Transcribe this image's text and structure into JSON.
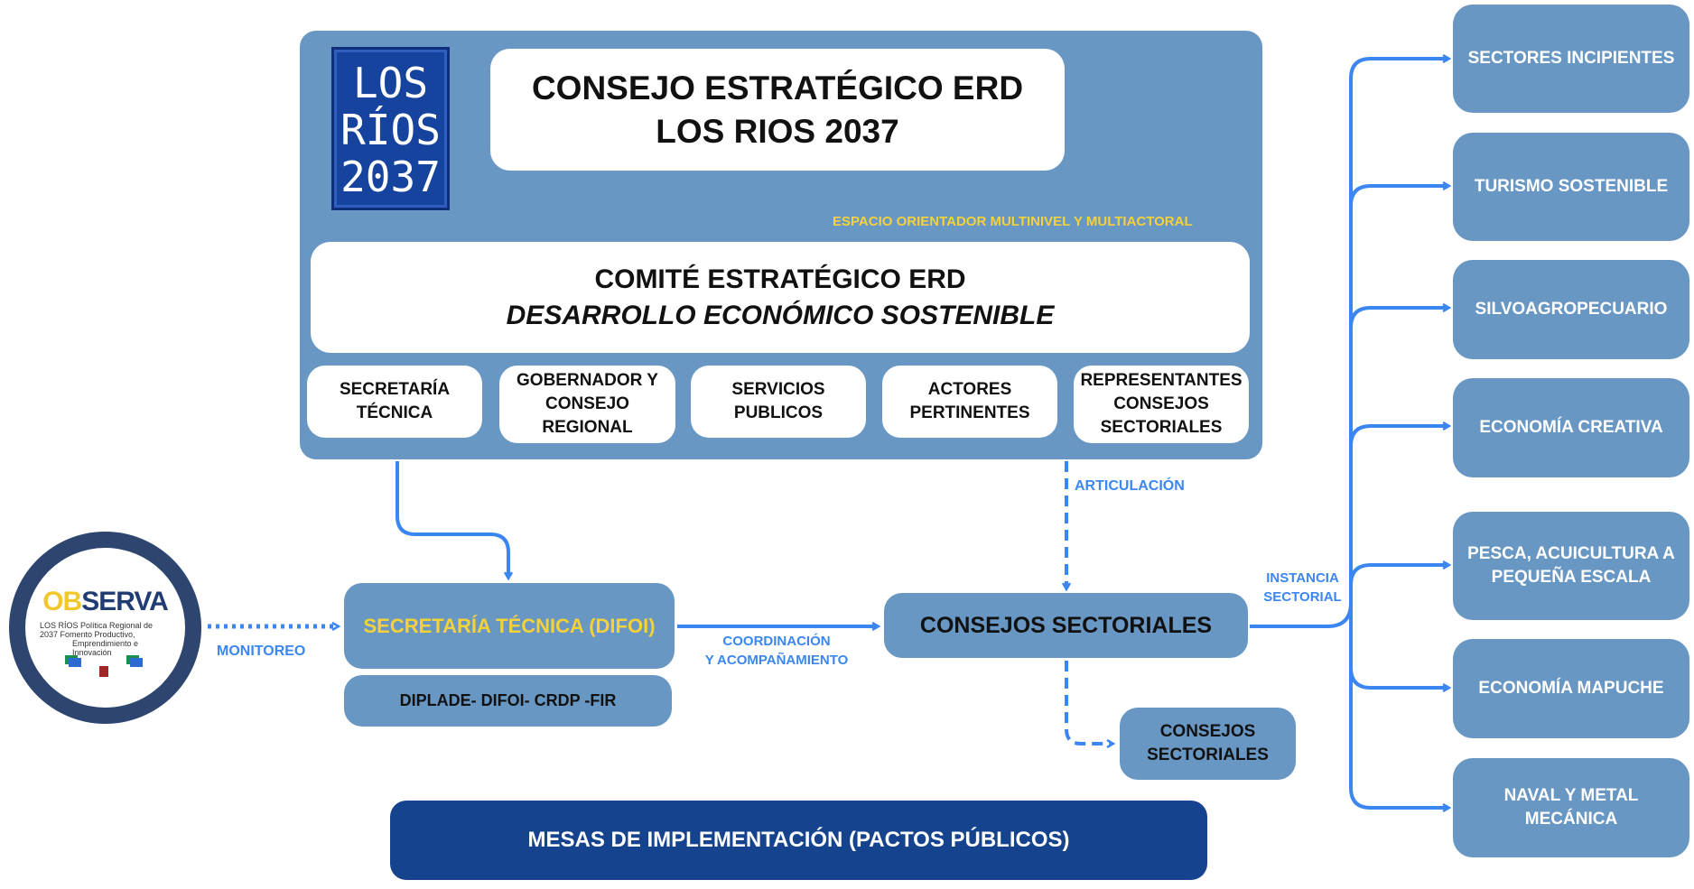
{
  "consejo": {
    "line1": "CONSEJO ESTRATÉGICO ERD",
    "line2": "LOS RIOS 2037"
  },
  "logo": {
    "line1": "LOS",
    "line2": "RÍOS",
    "line3": "2037"
  },
  "espacio_label": "ESPACIO ORIENTADOR MULTINIVEL Y MULTIACTORAL",
  "comite": {
    "line1": "COMITÉ ESTRATÉGICO ERD",
    "line2": "DESARROLLO ECONÓMICO SOSTENIBLE"
  },
  "members": [
    {
      "line1": "SECRETARÍA",
      "line2": "TÉCNICA"
    },
    {
      "line1": "GOBERNADOR Y",
      "line2": "CONSEJO",
      "line3": "REGIONAL"
    },
    {
      "line1": "SERVICIOS",
      "line2": "PUBLICOS"
    },
    {
      "line1": "ACTORES",
      "line2": "PERTINENTES"
    },
    {
      "line1": "REPRESENTANTES",
      "line2": "CONSEJOS",
      "line3": "SECTORIALES"
    }
  ],
  "labels": {
    "articulacion": "ARTICULACIÓN",
    "monitoreo": "MONITOREO",
    "coordinacion1": "COORDINACIÓN",
    "coordinacion2": "Y ACOMPAÑAMIENTO",
    "instancia1": "INSTANCIA",
    "instancia2": "SECTORIAL"
  },
  "secretaria_difoi": "SECRETARÍA TÉCNICA (DIFOI)",
  "diplade": "DIPLADE- DIFOI- CRDP -FIR",
  "consejos_main": "CONSEJOS SECTORIALES",
  "consejos_small": {
    "line1": "CONSEJOS",
    "line2": "SECTORIALES"
  },
  "mesas": "MESAS DE IMPLEMENTACIÓN (PACTOS PÚBLICOS)",
  "observa": {
    "word_a": "OB",
    "word_b": "SERVA",
    "sub1": "LOS RÍOS Política Regional de",
    "sub2": "2037 Fomento Productivo,",
    "sub3": "Emprendimiento e",
    "sub4": "Innovación"
  },
  "sectors": [
    {
      "line1": "SECTORES INCIPIENTES",
      "line2": ""
    },
    {
      "line1": "TURISMO SOSTENIBLE",
      "line2": ""
    },
    {
      "line1": "SILVOAGROPECUARIO",
      "line2": ""
    },
    {
      "line1": "ECONOMÍA CREATIVA",
      "line2": ""
    },
    {
      "line1": "PESCA, ACUICULTURA A",
      "line2": "PEQUEÑA ESCALA"
    },
    {
      "line1": "ECONOMÍA MAPUCHE",
      "line2": ""
    },
    {
      "line1": "NAVAL Y METAL",
      "line2": "MECÁNICA"
    }
  ],
  "colors": {
    "panel": "#6997c3",
    "accent_yellow": "#f5d13a",
    "arrow_blue": "#3b86f0",
    "navy": "#15438e",
    "ring": "#2e466f"
  }
}
